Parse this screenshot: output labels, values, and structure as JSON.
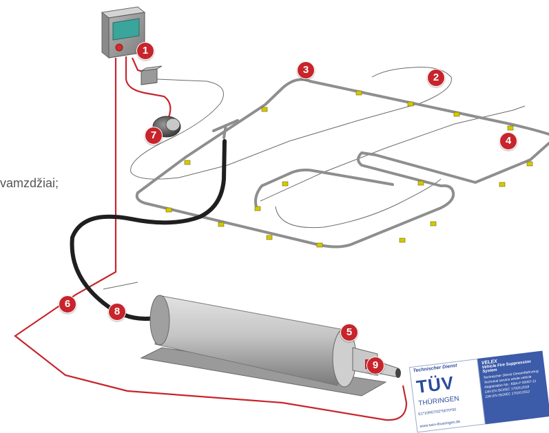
{
  "side_text": "vamzdžiai;",
  "markers": [
    "1",
    "2",
    "3",
    "4",
    "5",
    "6",
    "7",
    "8",
    "9"
  ],
  "colors": {
    "marker": "#c8242b",
    "pipe": "#9a9a9a",
    "red_cable": "#c8242b",
    "hose": "#1f1f1f",
    "cylinder": "#b8b8b8",
    "nozzle": "#d6c800",
    "screen": "#3aa59a",
    "badge_blue": "#3c5ba8"
  },
  "certificate": {
    "brand_small": "Technischer Dienst",
    "brand_large": "TÜV",
    "region": "THÜRINGEN",
    "code": "E1*10R07/02*0070*00",
    "url": "www.tuev-thueringen.de",
    "product_name": "VELEX",
    "product_desc": "Vehicle Fire Suppression System",
    "lines": [
      "Technischer Dienst Gesamtfahrzeug",
      "Technical service whole vehicle",
      "Registration No.: KBA-P 00067-11",
      "DIN EN ISO/IEC 17025:2018",
      "DIN EN ISO/IEC 17020:2012"
    ]
  }
}
